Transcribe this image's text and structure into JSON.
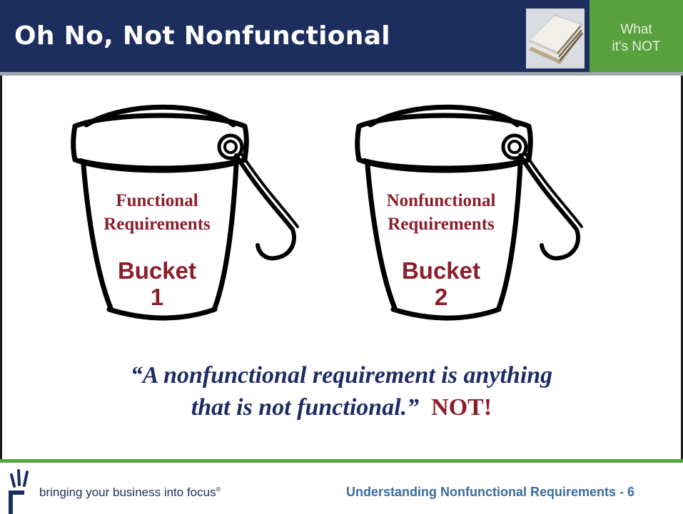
{
  "header": {
    "title": "Oh No, Not Nonfunctional",
    "section_tab": {
      "line1": "What",
      "line2": "it's NOT"
    }
  },
  "buckets": [
    {
      "label_line1": "Functional",
      "label_line2": "Requirements",
      "word": "Bucket",
      "number": "1"
    },
    {
      "label_line1": "Nonfunctional",
      "label_line2": "Requirements",
      "word": "Bucket",
      "number": "2"
    }
  ],
  "quote": {
    "line1": "“A nonfunctional requirement is anything",
    "line2": "that is not functional.”",
    "emphasis": "NOT!"
  },
  "footer": {
    "tagline": "bringing your business into focus",
    "registered_mark": "®",
    "slide_title": "Understanding Nonfunctional Requirements - 6"
  },
  "colors": {
    "header_bg": "#1b2e5e",
    "accent_green": "#58a13e",
    "label_red": "#8b1e2c",
    "quote_blue": "#1e2c66",
    "footer_blue": "#3a6c9c"
  },
  "icons": [
    "book-image",
    "bucket-icon",
    "logo-icon"
  ]
}
